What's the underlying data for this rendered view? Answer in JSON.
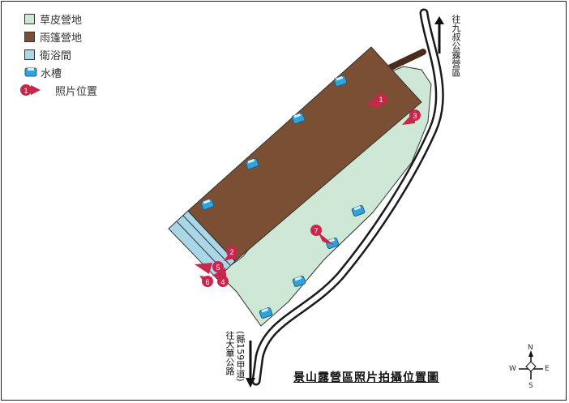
{
  "legend": {
    "items": [
      {
        "label": "草皮營地",
        "color": "#cfe7d5"
      },
      {
        "label": "雨篷營地",
        "color": "#7a4f33"
      },
      {
        "label": "衛浴間",
        "color": "#a9d7e7"
      },
      {
        "label": "水槽",
        "color": "#2fa4dc"
      },
      {
        "label": "照片位置",
        "marker_number": "1",
        "color": "#c8264a"
      }
    ]
  },
  "map": {
    "title": "景山露營區照片拍攝位置圖",
    "road_north_label": "往九叔公露營區",
    "road_south_label_1": "往大華公路",
    "road_south_label_2": "(縣159甲道)",
    "road_color": "#1a1a1a",
    "photo_markers": [
      "1",
      "2",
      "3",
      "4",
      "5",
      "6",
      "7"
    ]
  },
  "compass": {
    "n": "N",
    "s": "S",
    "e": "E",
    "w": "W"
  }
}
